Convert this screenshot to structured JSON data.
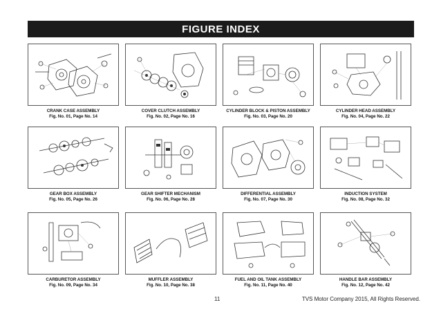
{
  "title": "FIGURE INDEX",
  "figures": [
    {
      "title": "CRANK CASE ASSEMBLY",
      "ref": "Fig. No. 01, Page No. 14",
      "icon": "crank-case-diagram"
    },
    {
      "title": "COVER CLUTCH ASSEMBLY",
      "ref": "Fig. No. 02, Page No. 16",
      "icon": "cover-clutch-diagram"
    },
    {
      "title": "CYLINDER BLOCK & PISTON ASSEMBLY",
      "ref": "Fig. No. 03, Page No.  20",
      "icon": "cylinder-block-diagram"
    },
    {
      "title": "CYLINDER HEAD ASSEMBLY",
      "ref": "Fig. No. 04, Page No. 22",
      "icon": "cylinder-head-diagram"
    },
    {
      "title": "GEAR BOX ASSEMBLY",
      "ref": "Fig. No. 05, Page No. 26",
      "icon": "gear-box-diagram"
    },
    {
      "title": "GEAR SHIFTER MECHANISM",
      "ref": "Fig. No. 06, Page No. 28",
      "icon": "gear-shifter-diagram"
    },
    {
      "title": "DIFFERENTIAL ASSEMBLY",
      "ref": "Fig. No. 07, Page No. 30",
      "icon": "differential-diagram"
    },
    {
      "title": "INDUCTION SYSTEM",
      "ref": "Fig. No. 08, Page No. 32",
      "icon": "induction-system-diagram"
    },
    {
      "title": "CARBURETOR ASSEMBLY",
      "ref": "Fig. No. 09, Page No. 34",
      "icon": "carburetor-diagram"
    },
    {
      "title": "MUFFLER ASSEMBLY",
      "ref": "Fig. No. 10, Page No. 38",
      "icon": "muffler-diagram"
    },
    {
      "title": "FUEL AND OIL TANK ASSEMBLY",
      "ref": "Fig. No. 11, Page No. 40",
      "icon": "fuel-oil-tank-diagram"
    },
    {
      "title": "HANDLE BAR ASSEMBLY",
      "ref": "Fig. No. 12, Page No. 42",
      "icon": "handle-bar-diagram"
    }
  ],
  "footer": {
    "page_number": "11",
    "copyright": "TVS Motor Company 2015, All Rights Reserved."
  }
}
